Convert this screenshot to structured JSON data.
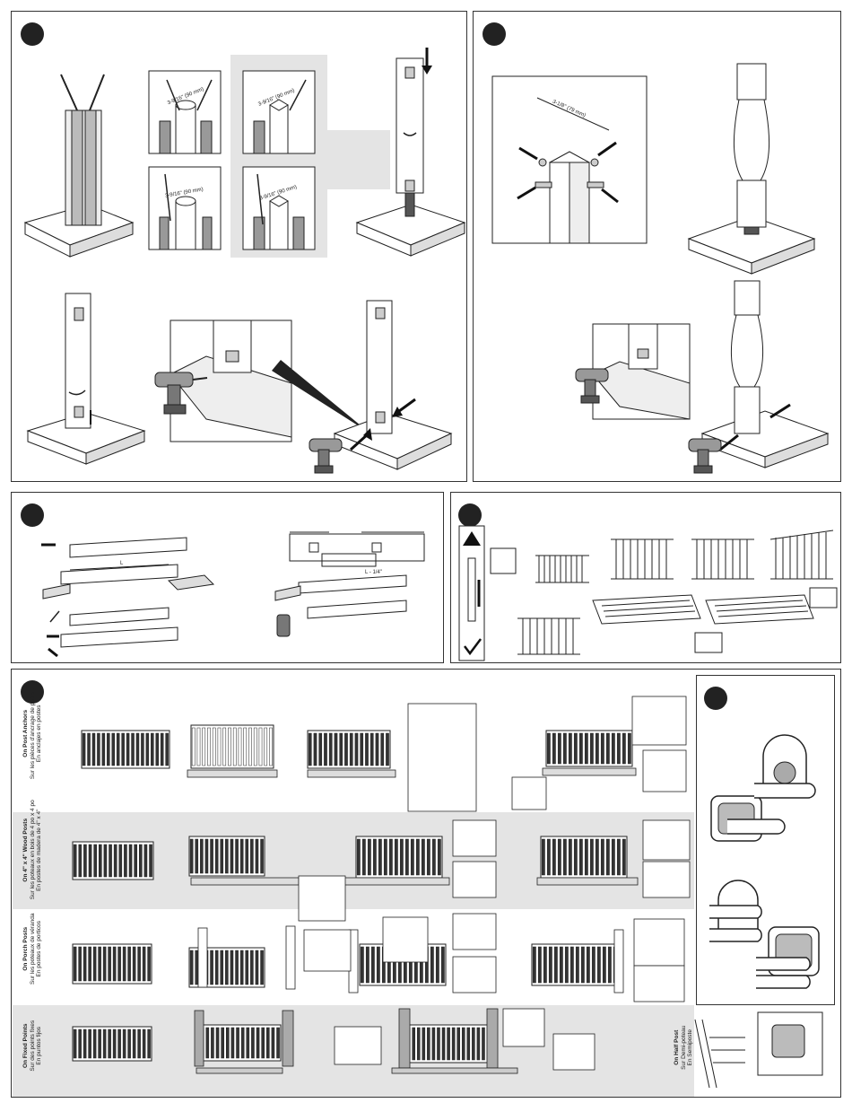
{
  "dimensions": {
    "hole_spacing_1": "3-9/16\" (90 mm)",
    "hole_spacing_2": "3-9/16\" (90 mm)",
    "hole_spacing_3": "3-9/16\" (90 mm)",
    "hole_spacing_4": "3-9/16\" (90 mm)",
    "sleeve_width": "3-1/8\" (79 mm)",
    "rail_length": "L",
    "rail_cut": "L - 1/4\""
  },
  "mount_types": [
    {
      "label_en": "On Post Anchors",
      "label_fr": "Sur les pièces d'ancrage de poteau",
      "label_es": "En anclajes en postes"
    },
    {
      "label_en": "On 4\" x 4\" Wood Posts",
      "label_fr": "Sur les poteaux en bois de 4 po x 4 po",
      "label_es": "En postes de madera de 4\" x 4\""
    },
    {
      "label_en": "On Porch Posts",
      "label_fr": "Sur les poteaux de véranda",
      "label_es": "En postes de porticos"
    },
    {
      "label_en": "On Fixed Points",
      "label_fr": "Sur des points fixes",
      "label_es": "En puntos fijos"
    }
  ],
  "half_post": {
    "label_en": "On Half Post",
    "label_fr": "Sur Demi-poteau",
    "label_es": "En Semiposte"
  },
  "colors": {
    "shade": "#e4e4e4",
    "ink": "#222222",
    "panel_border": "#333333"
  }
}
